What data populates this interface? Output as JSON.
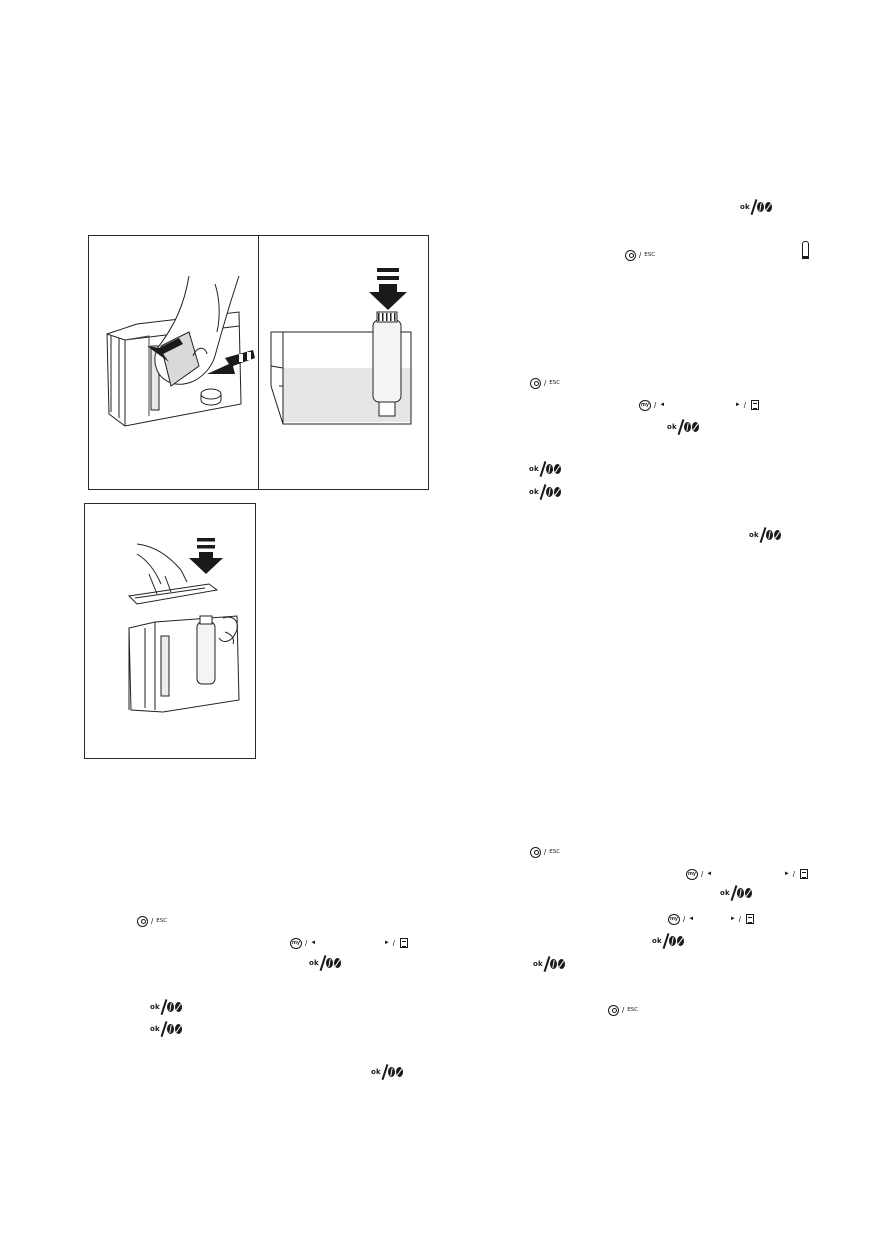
{
  "icons": {
    "ok_beans": "ok-beans-icon",
    "gear_esc": "gear-esc-icon",
    "my_nav": "my-navigation-icon",
    "filter_tube": "filter-icon"
  },
  "labels": {
    "ok": "OK",
    "esc": "ESC",
    "my": "my",
    "slash": "/",
    "left_arrow": "◄",
    "right_arrow": "►"
  },
  "figures": [
    {
      "name": "figure-insert-filter"
    },
    {
      "name": "figure-filter-in-tank"
    },
    {
      "name": "figure-close-tank-lid"
    }
  ]
}
